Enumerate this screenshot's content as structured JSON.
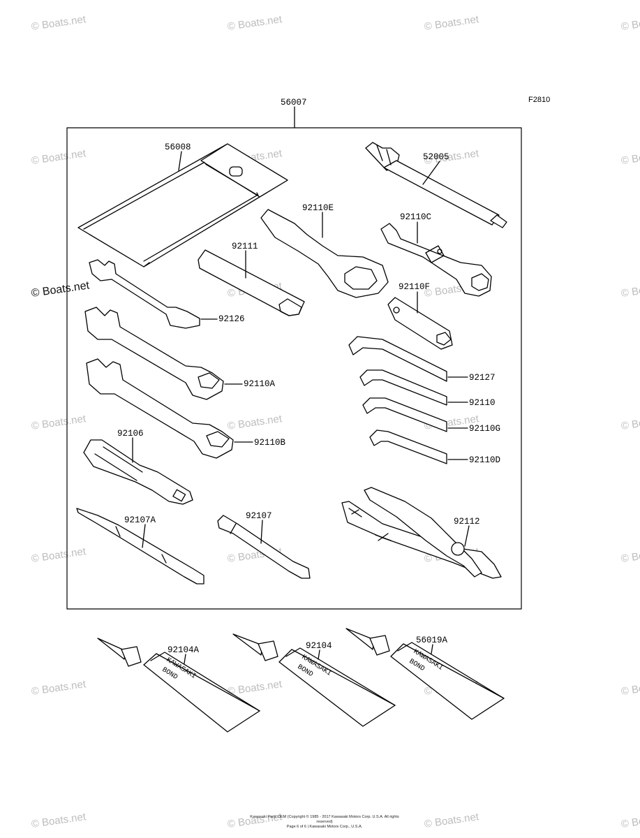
{
  "figure_code": "F2810",
  "kit_label": "56007",
  "part_labels": {
    "pouch": "56008",
    "spark_plug_wrench_handle": "52005",
    "ring_wrench": "92110E",
    "bar": "92111",
    "box_wrench_c": "92110C",
    "box_wrench_f": "92110F",
    "wrench_small": "92126",
    "wrench_a": "92110A",
    "wrench_b": "92110B",
    "hex_key_1": "92127",
    "hex_key_2": "92110",
    "hex_key_3": "92110G",
    "hex_key_4": "92110D",
    "screwdriver_handle": "92106",
    "screwdriver_a": "92107A",
    "screwdriver": "92107",
    "pliers": "92112",
    "bond_a": "92104A",
    "bond": "92104",
    "bond_b": "56019A"
  },
  "tube_text": [
    "KAWASAKI",
    "BOND"
  ],
  "watermark_text": "© Boats.net",
  "footer_lines": [
    "Kawasaki Parts OEM (Copyright © 1985 - 2017 Kawasaki Motors Corp. U.S.A. All rights reserved)",
    "Page 6 of 6  |  Kawasaki Motors Corp., U.S.A."
  ]
}
